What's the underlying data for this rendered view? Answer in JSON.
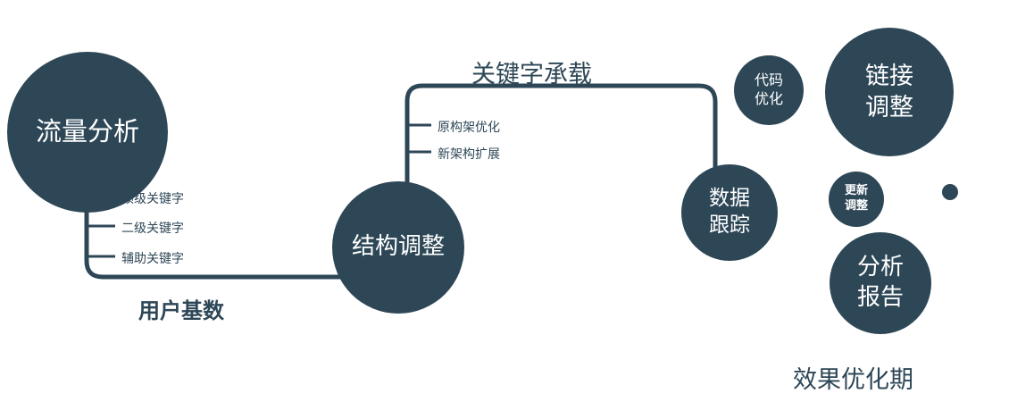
{
  "colors": {
    "node_fill": "#2e4757",
    "line": "#2e4757",
    "node_text": "#ffffff",
    "label_text": "#2e4757",
    "background": "#ffffff"
  },
  "nodes": {
    "traffic_analysis": {
      "label": "流量分析"
    },
    "structure_adjustment": {
      "label": "结构调整"
    },
    "data_tracking": {
      "label": "数据跟踪"
    },
    "code_optimization": {
      "label": "代码优化"
    },
    "link_adjustment": {
      "label": "链接调整"
    },
    "update_adjustment": {
      "label": "更新调整"
    },
    "analysis_report": {
      "label": "分析报告"
    }
  },
  "edge_labels": {
    "user_base": "用户基数",
    "keyword_carrying": "关键字承载"
  },
  "branch_labels": {
    "traffic": [
      "顶级关键字",
      "二级关键字",
      "辅助关键字"
    ],
    "structure": [
      "原构架优化",
      "新架构扩展"
    ]
  },
  "caption": "效果优化期"
}
